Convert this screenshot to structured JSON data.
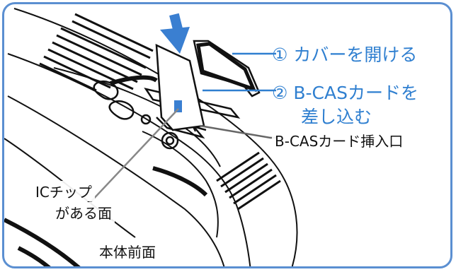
{
  "colors": {
    "frame": "#5b8fd1",
    "accent_text": "#2f7fd0",
    "arrow": "#3a7fd1",
    "line_art": "#111111",
    "chip": "#3a7fd1"
  },
  "labels": {
    "step1": "① カバーを開ける",
    "step2_line1": "② B-CASカードを",
    "step2_line2": "差し込む",
    "slot": "B-CASカード挿入口",
    "chip_line1": "ICチップ",
    "chip_line2": "がある面",
    "front": "本体前面"
  }
}
